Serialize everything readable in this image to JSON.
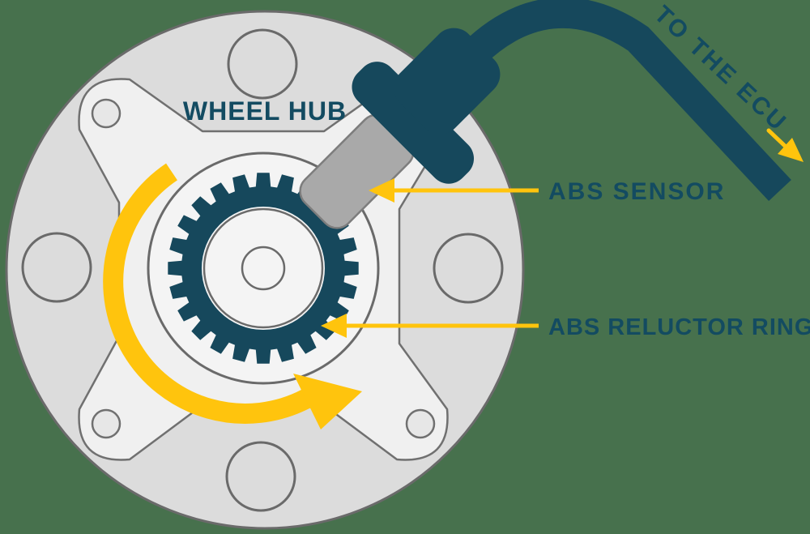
{
  "labels": {
    "wheel_hub": "WHEEL HUB",
    "abs_sensor": "ABS SENSOR",
    "abs_reluctor_ring": "ABS RELUCTOR RING",
    "to_the_ecu": "TO THE ECU"
  },
  "icons": {
    "rotation_arrow": "clockwise-rotation-arrow",
    "abs_sensor_pointer": "left-leader-arrow",
    "reluctor_pointer": "left-leader-arrow",
    "ecu_pointer": "down-right-arrow"
  },
  "colors": {
    "background": "#47714d",
    "disc": "#dcdcdc",
    "disc_outline": "#6a6a6a",
    "flange": "#f0f0f0",
    "flange_outline": "#707070",
    "hub_face": "#f4f4f4",
    "navy": "#16485c",
    "probe_gray": "#a9a9a9",
    "probe_outline": "#7d7d7d",
    "yellow": "#ffc40d",
    "label_text": "#134b61"
  }
}
